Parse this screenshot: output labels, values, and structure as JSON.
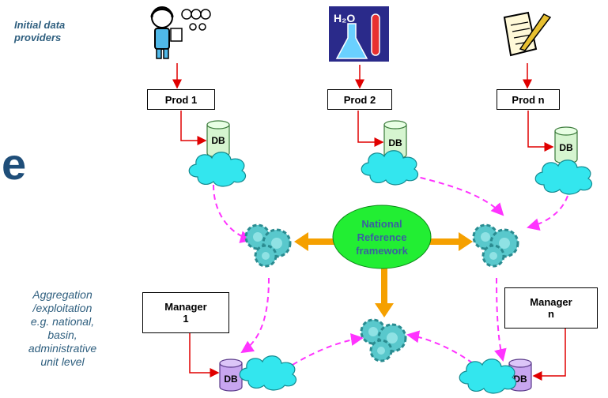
{
  "labels": {
    "providers": "Initial data providers",
    "aggregation": "Aggregation\n/exploitation\ne.g. national,\nbasin,\nadministrative\nunit level",
    "cut_letter": "e"
  },
  "boxes": {
    "prod1": "Prod 1",
    "prod2": "Prod 2",
    "prodn": "Prod n",
    "manager1": "Manager\n1",
    "managern": "Manager\nn"
  },
  "db_label": "DB",
  "national": [
    "National",
    "Reference",
    "framework"
  ],
  "colors": {
    "red_arrow": "#e00000",
    "magenta_dash": "#ff33ff",
    "orange_arrow": "#f5a000",
    "ellipse": "#22ee33",
    "db_green": "#d6f5d0",
    "db_purple": "#c8a6f0",
    "cloud": "#33e6ee",
    "gear": "#59c8cc",
    "text_dark": "#1f4e79"
  },
  "icons": [
    "person-data-provider-icon",
    "laboratory-flask-icon",
    "notepad-pen-icon"
  ]
}
